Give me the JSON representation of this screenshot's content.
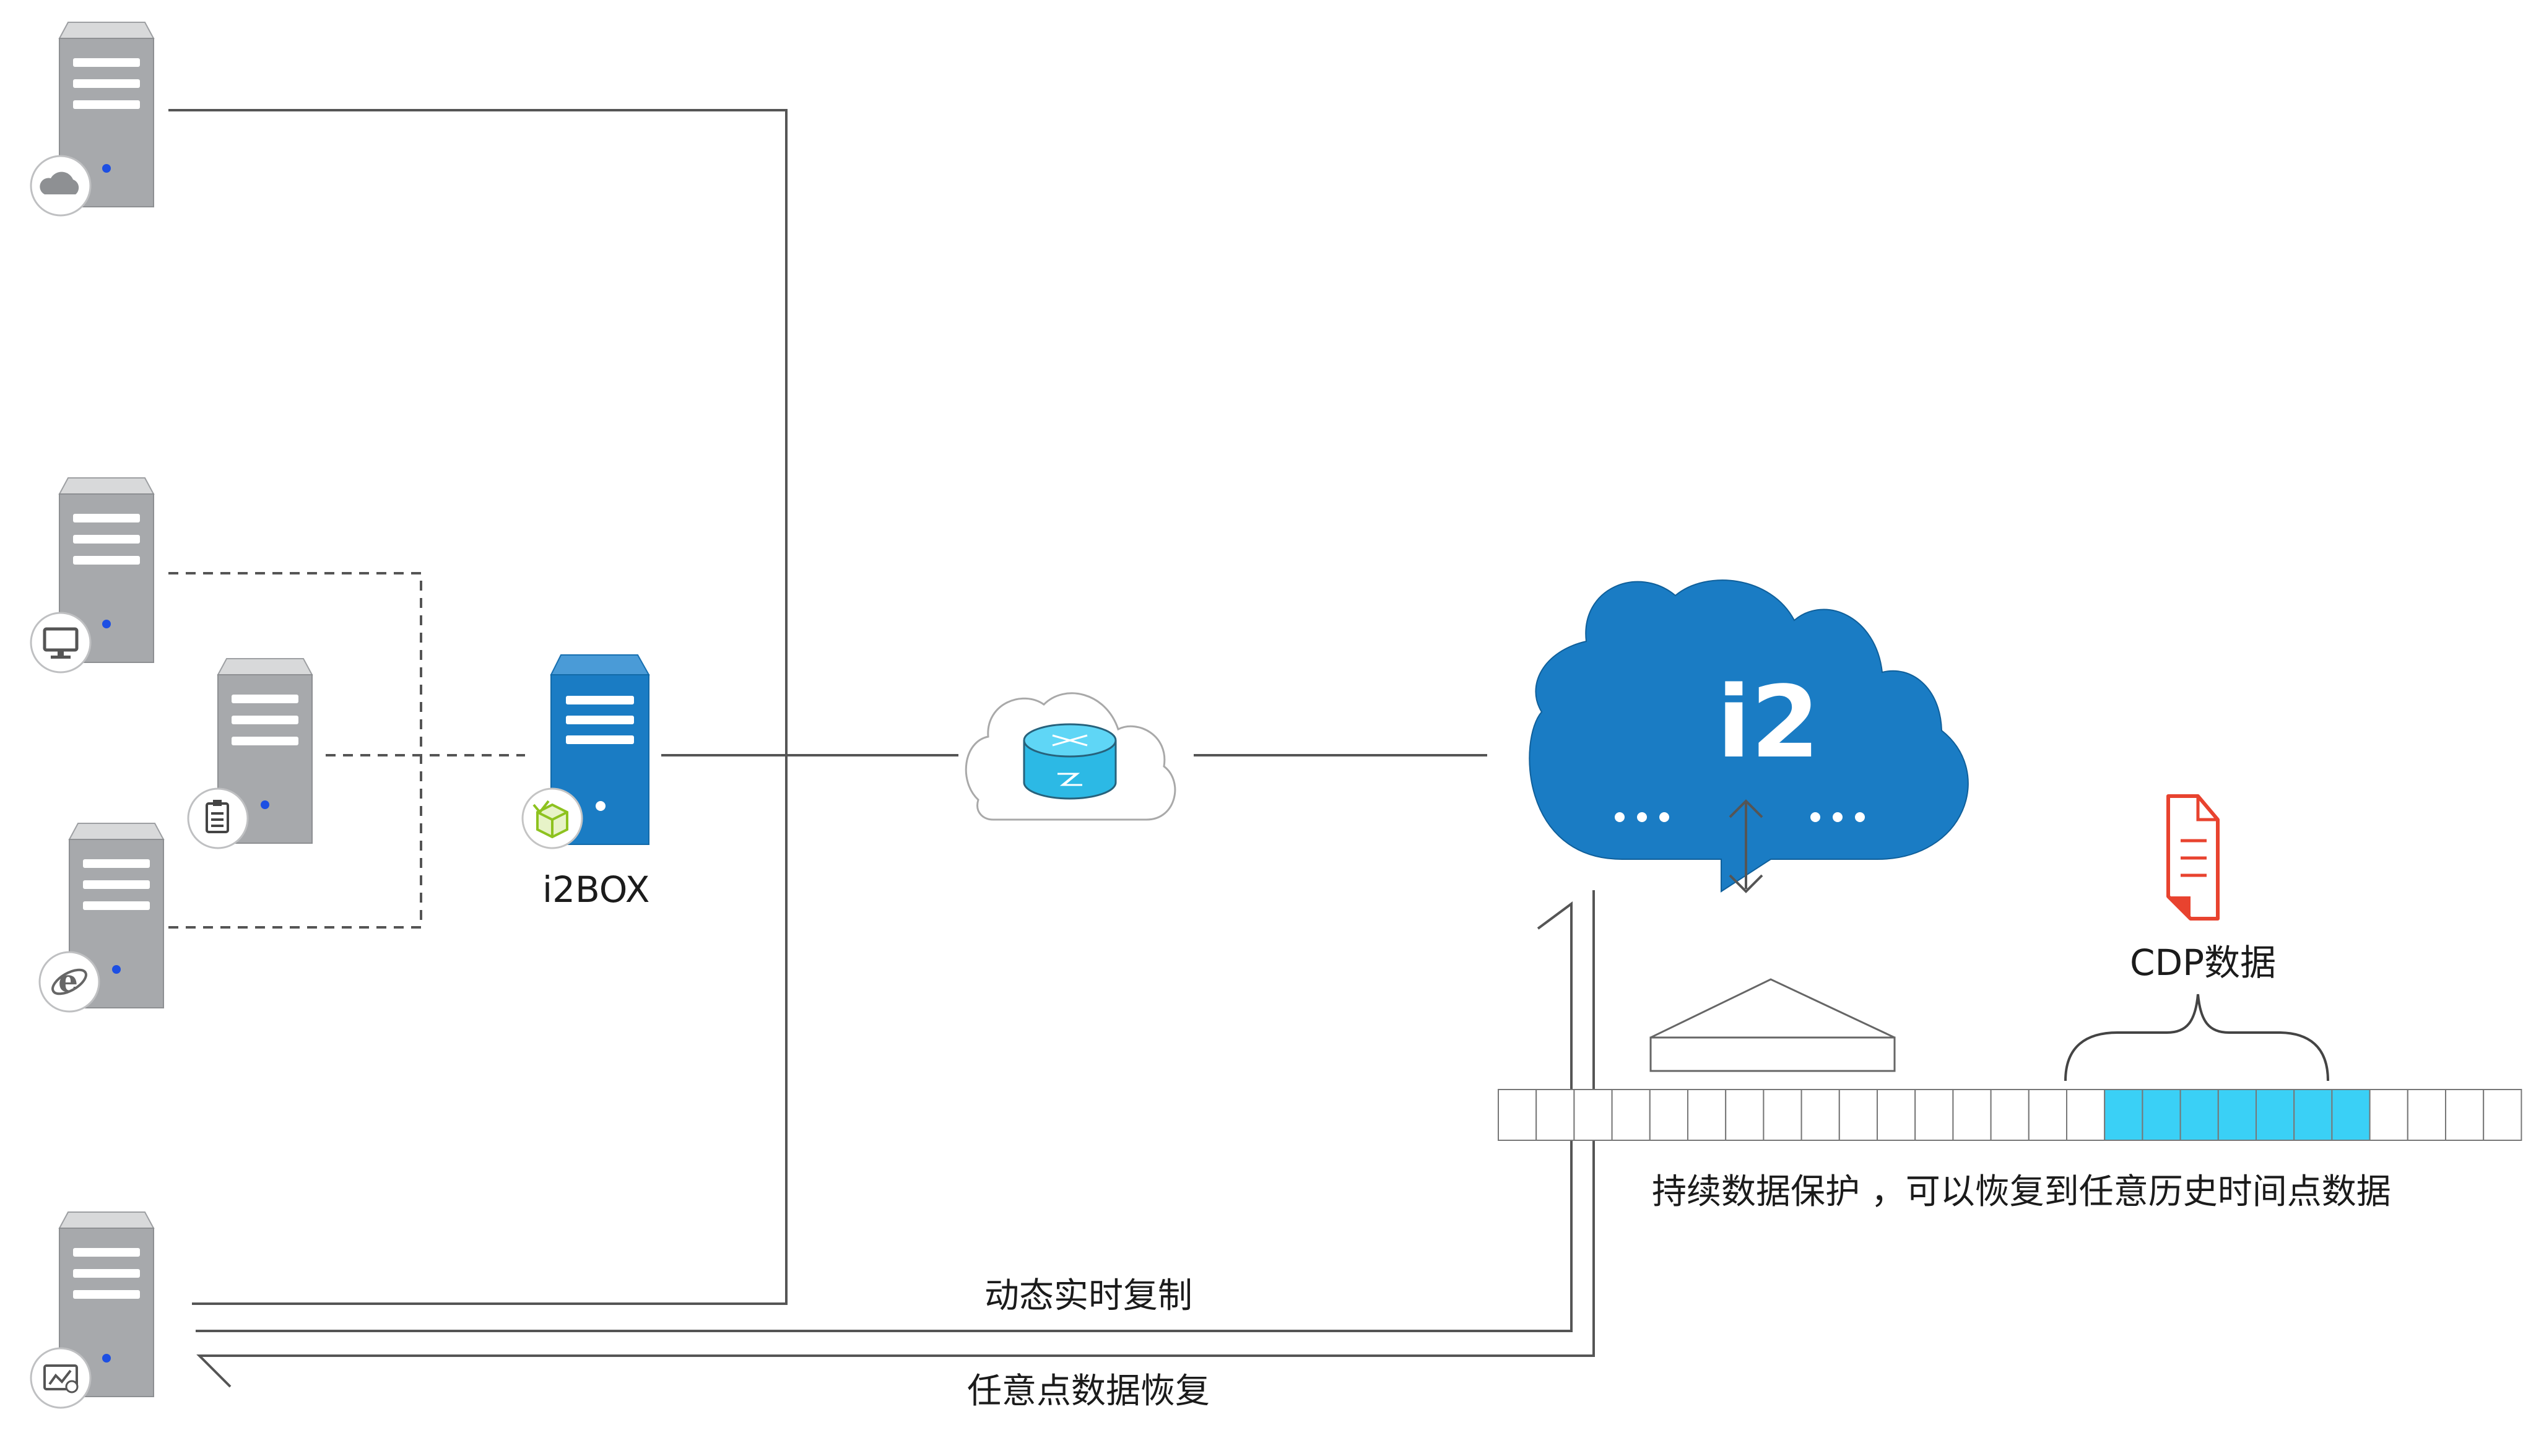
{
  "diagram": {
    "i2box_label": "i2BOX",
    "cloud_label": "i2",
    "cdp_label": "CDP数据",
    "protection_caption": "持续数据保护 ，可以恢复到任意历史时间点数据",
    "replication_label": "动态实时复制",
    "recovery_label": "任意点数据恢复"
  },
  "servers": [
    {
      "name": "server-cloud",
      "badge_icon": "cloud-icon"
    },
    {
      "name": "server-desktop",
      "badge_icon": "monitor-icon"
    },
    {
      "name": "server-document",
      "badge_icon": "document-icon"
    },
    {
      "name": "server-web",
      "badge_icon": "ie-browser-icon"
    },
    {
      "name": "server-monitoring",
      "badge_icon": "chart-icon"
    }
  ],
  "colors": {
    "server_gray": "#a7a9ac",
    "i2_blue": "#1a7cc4",
    "cdp_cyan": "#3ad0f6",
    "router_cyan": "#35c8ef",
    "document_red": "#e8432f",
    "badge_green": "#8dc21f",
    "line_gray": "#555555"
  },
  "timeline": {
    "total_cells": 27,
    "cdp_highlight_cells": 7
  }
}
